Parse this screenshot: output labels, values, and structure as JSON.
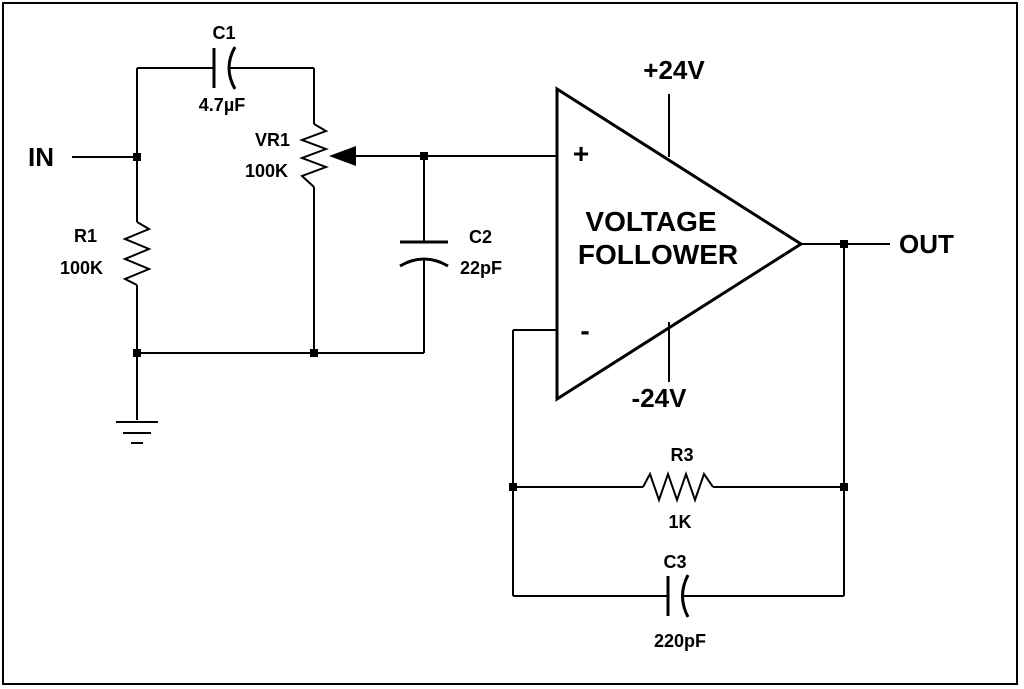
{
  "diagram": {
    "ports": {
      "input": "IN",
      "output": "OUT"
    },
    "opamp": {
      "line1": "VOLTAGE",
      "line2": "FOLLOWER",
      "noninverting_symbol": "+",
      "inverting_symbol": "-",
      "positive_supply": "+24V",
      "negative_supply": "-24V"
    },
    "components": {
      "c1": {
        "ref": "C1",
        "value": "4.7µF"
      },
      "vr1": {
        "ref": "VR1",
        "value": "100K"
      },
      "r1": {
        "ref": "R1",
        "value": "100K"
      },
      "c2": {
        "ref": "C2",
        "value": "22pF"
      },
      "r3": {
        "ref": "R3",
        "value": "1K"
      },
      "c3": {
        "ref": "C3",
        "value": "220pF"
      }
    },
    "colors": {
      "line": "#000000",
      "background": "#ffffff"
    }
  }
}
